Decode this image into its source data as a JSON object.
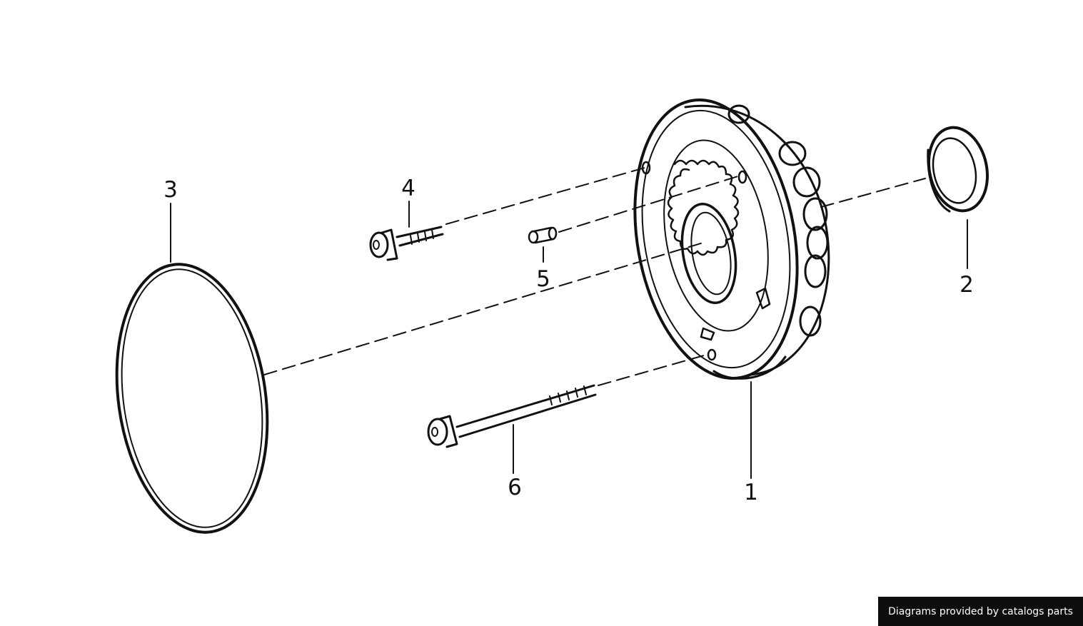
{
  "labels": {
    "p1": "1",
    "p2": "2",
    "p3": "3",
    "p4": "4",
    "p5": "5",
    "p6": "6"
  },
  "credit": "Diagrams provided by catalogs parts",
  "colors": {
    "line": "#111111",
    "background": "#ffffff",
    "credit_bg": "#0d0d0d",
    "credit_text": "#ffffff"
  }
}
